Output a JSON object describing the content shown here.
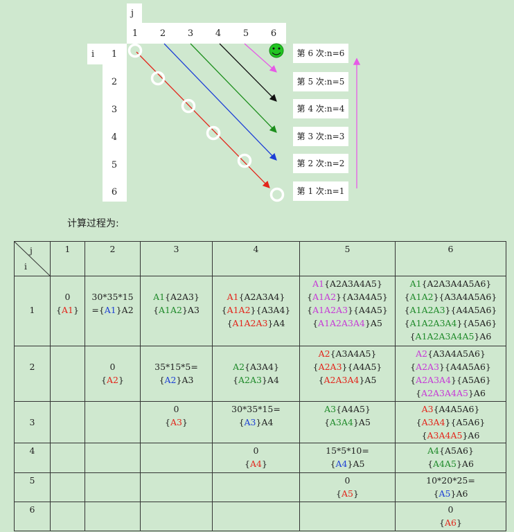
{
  "top_diagram": {
    "j_label": "j",
    "i_label": "i",
    "columns": [
      "1",
      "2",
      "3",
      "4",
      "5",
      "6"
    ],
    "rows": [
      "1",
      "2",
      "3",
      "4",
      "5",
      "6"
    ],
    "passes": [
      {
        "label": "第 6 次:n=6",
        "color": "#e65ae6"
      },
      {
        "label": "第 5 次:n=5",
        "color": "#111111"
      },
      {
        "label": "第 4 次:n=4",
        "color": "#1d8f1d"
      },
      {
        "label": "第 3 次:n=3",
        "color": "#1d3fd6"
      },
      {
        "label": "第 2 次:n=2",
        "color": "#e3251b"
      },
      {
        "label": "第 1 次:n=1",
        "color": "#e3251b"
      }
    ],
    "smiley_icon": "smiley-face-icon"
  },
  "calc_title": "计算过程为:",
  "table": {
    "corner_j": "j",
    "corner_i": "i",
    "col_headers": [
      "1",
      "2",
      "3",
      "4",
      "5",
      "6"
    ],
    "row_headers": [
      "1",
      "2",
      "3",
      "4",
      "5",
      "6"
    ]
  },
  "colors": {
    "background": "#cfe8cf",
    "red": "#e3251b",
    "green": "#1f8a2a",
    "blue": "#1d3fd6",
    "magenta": "#c63ad6"
  }
}
